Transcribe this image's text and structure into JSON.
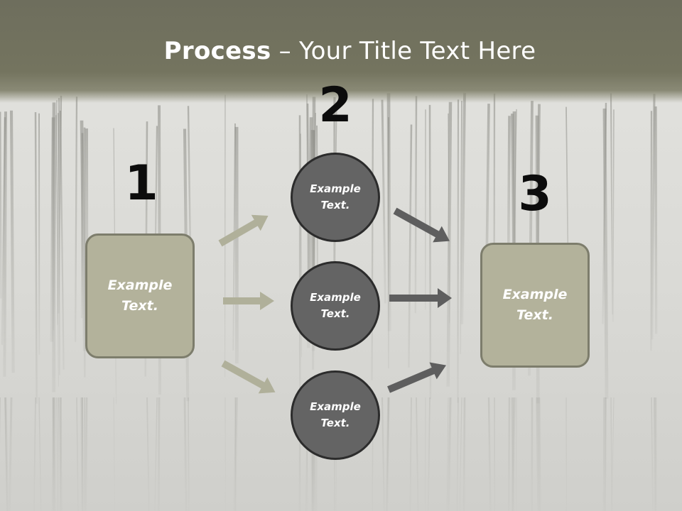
{
  "slide": {
    "title_bold": "Process",
    "title_dash": " – ",
    "title_rest": "Your Title Text Here"
  },
  "steps": {
    "step1": {
      "number": "1",
      "text": "Example\nText."
    },
    "step2": {
      "number": "2",
      "circles": [
        {
          "text": "Example\nText."
        },
        {
          "text": "Example\nText."
        },
        {
          "text": "Example\nText."
        }
      ]
    },
    "step3": {
      "number": "3",
      "text": "Example\nText."
    }
  },
  "colors": {
    "header": "#74745f",
    "box_fill": "#b3b29b",
    "box_border": "#7d7d6c",
    "circle_fill": "#646464",
    "circle_border": "#2c2c2c",
    "arrow_light": "#b0b09a",
    "arrow_dark": "#5e5e5e"
  },
  "icons": [
    "arrow-icon"
  ]
}
